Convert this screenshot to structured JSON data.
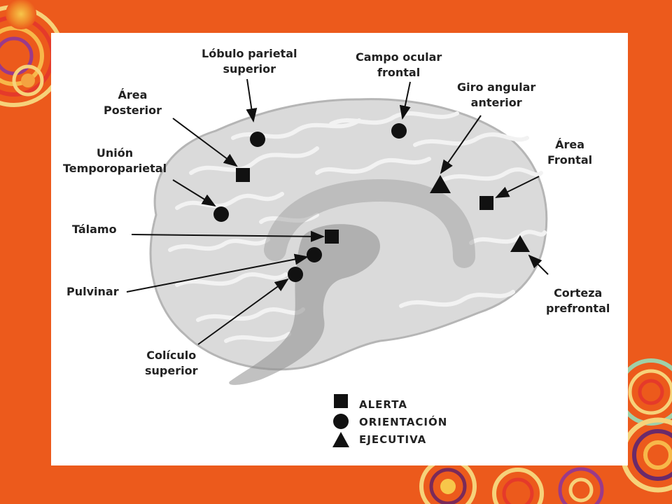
{
  "labels": {
    "lobulo_parietal": [
      "Lóbulo parietal",
      "superior"
    ],
    "campo_ocular": [
      "Campo ocular",
      "frontal"
    ],
    "area_posterior": [
      "Área",
      "Posterior"
    ],
    "giro_angular": [
      "Giro angular",
      "anterior"
    ],
    "union_temporo": [
      "Unión",
      "Temporoparietal"
    ],
    "area_frontal": [
      "Área",
      "Frontal"
    ],
    "talamo": "Tálamo",
    "pulvinar": "Pulvinar",
    "corteza_prefrontal": [
      "Corteza",
      "prefrontal"
    ],
    "coliculo": [
      "Colículo",
      "superior"
    ]
  },
  "legend": [
    {
      "symbol": "square",
      "label": "ALERTA"
    },
    {
      "symbol": "circle",
      "label": "ORIENTACIÓN"
    },
    {
      "symbol": "triangle",
      "label": "EJECUTIVA"
    }
  ],
  "colors": {
    "background": "#ec5a1c",
    "panel": "#ffffff",
    "brain": "#dedede",
    "marker": "#111111"
  }
}
